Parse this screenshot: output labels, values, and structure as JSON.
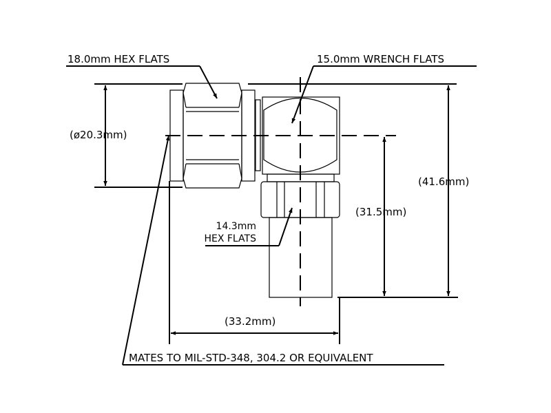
{
  "drawing": {
    "labels": {
      "hex_flats_main": "18.0mm HEX FLATS",
      "wrench_flats": "15.0mm WRENCH FLATS",
      "diameter": "(ø20.3mm)",
      "height_total": "(41.6mm)",
      "height_center": "(31.5mm)",
      "hex_flats_small_1": "14.3mm",
      "hex_flats_small_2": "HEX FLATS",
      "width_total": "(33.2mm)",
      "mates_note": "MATES TO MIL-STD-348, 304.2 OR EQUIVALENT"
    },
    "colors": {
      "line": "#000000",
      "background": "#ffffff"
    }
  }
}
